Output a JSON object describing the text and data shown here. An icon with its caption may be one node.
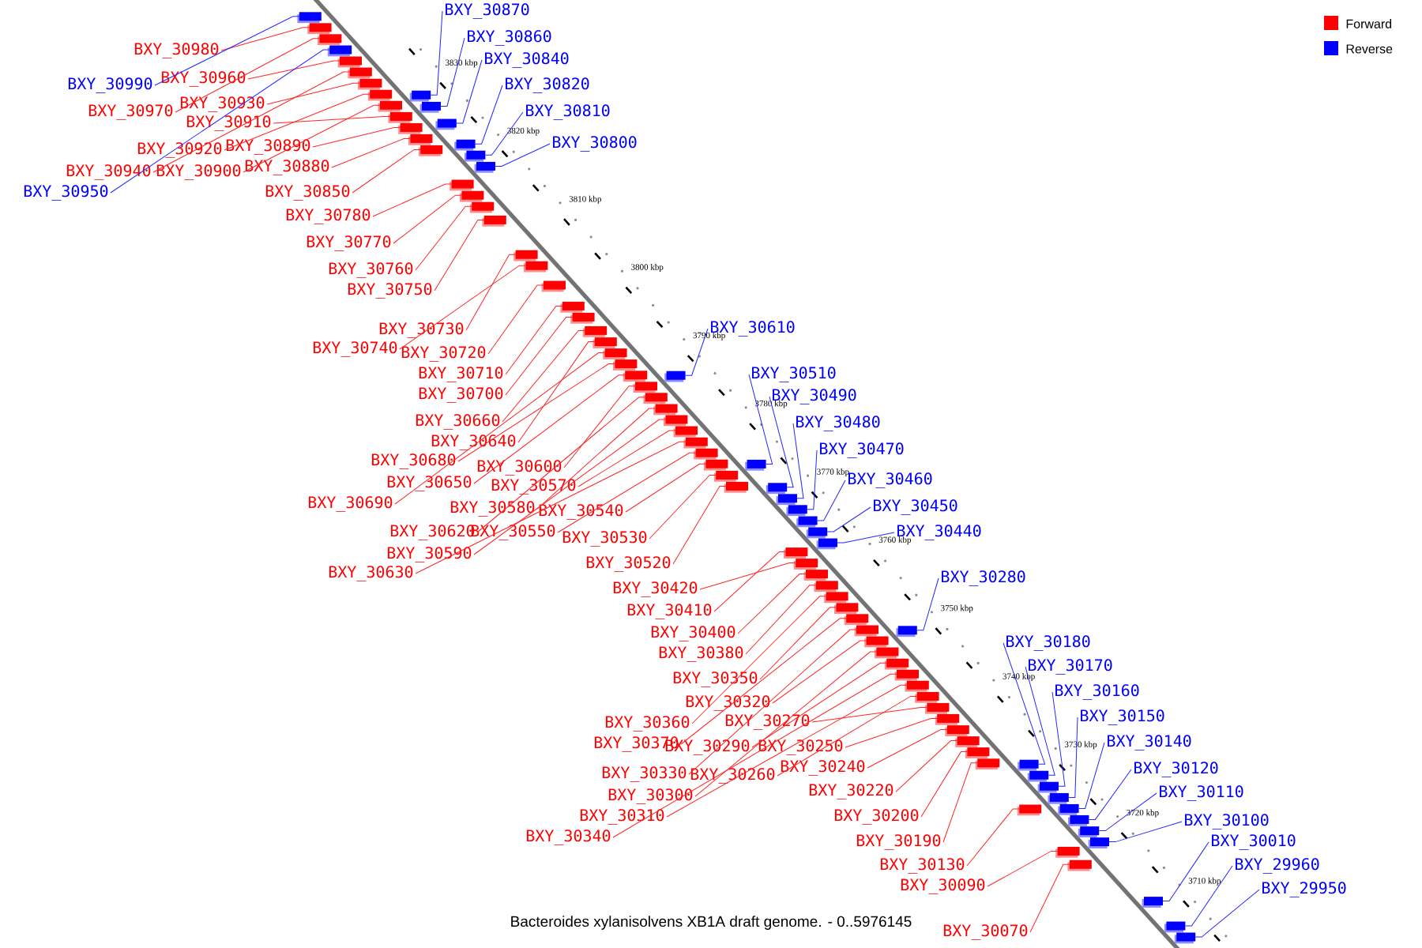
{
  "diagram": {
    "caption": "Bacteroides xylanisolvens XB1A draft genome. - 0..5976145",
    "nodes": [
      {
        "text": [
          "BXY_30870"
        ]
      },
      {
        "text": [
          "BXY_30860"
        ]
      },
      {
        "text": [
          "BXY_30980"
        ]
      },
      {
        "text": [
          "BXY_30840"
        ]
      },
      {
        "text": [
          "BXY_30960"
        ]
      },
      {
        "text": [
          "BXY_30990"
        ]
      },
      {
        "text": [
          "BXY_30820"
        ]
      },
      {
        "text": [
          "BXY_30930"
        ]
      },
      {
        "text": [
          "BXY_30970"
        ]
      },
      {
        "text": [
          "BXY_30810"
        ]
      },
      {
        "text": [
          "BXY_30910"
        ]
      },
      {
        "text": [
          "BXY_30800"
        ]
      },
      {
        "text": [
          "BXY_30890"
        ]
      },
      {
        "text": [
          "BXY_30920"
        ]
      },
      {
        "text": [
          "BXY_30880"
        ]
      },
      {
        "text": [
          "BXY_30940"
        ]
      },
      {
        "text": [
          "BXY_30900"
        ]
      },
      {
        "text": [
          "BXY_30850"
        ]
      },
      {
        "text": [
          "BXY_30950"
        ]
      },
      {
        "text": [
          "BXY_30780"
        ]
      },
      {
        "text": [
          "BXY_30770"
        ]
      },
      {
        "text": [
          "BXY_30760"
        ]
      },
      {
        "text": [
          "BXY_30750"
        ]
      },
      {
        "text": [
          "BXY_30610"
        ]
      },
      {
        "text": [
          "BXY_30730"
        ]
      },
      {
        "text": [
          "BXY_30740"
        ]
      },
      {
        "text": [
          "BXY_30720"
        ]
      },
      {
        "text": [
          "BXY_30510"
        ]
      },
      {
        "text": [
          "BXY_30710"
        ]
      },
      {
        "text": [
          "BXY_30700"
        ]
      },
      {
        "text": [
          "BXY_30490"
        ]
      },
      {
        "text": [
          "BXY_30660"
        ]
      },
      {
        "text": [
          "BXY_30480"
        ]
      },
      {
        "text": [
          "BXY_30640"
        ]
      },
      {
        "text": [
          "BXY_30470"
        ]
      },
      {
        "text": [
          "BXY_30680"
        ]
      },
      {
        "text": [
          "BXY_30600"
        ]
      },
      {
        "text": [
          "BXY_30460"
        ]
      },
      {
        "text": [
          "BXY_30650"
        ]
      },
      {
        "text": [
          "BXY_30570"
        ]
      },
      {
        "text": [
          "BXY_30690"
        ]
      },
      {
        "text": [
          "BXY_30450"
        ]
      },
      {
        "text": [
          "BXY_30580"
        ]
      },
      {
        "text": [
          "BXY_30540"
        ]
      },
      {
        "text": [
          "BXY_30620"
        ]
      },
      {
        "text": [
          "BXY_30550"
        ]
      },
      {
        "text": [
          "BXY_30440"
        ]
      },
      {
        "text": [
          "BXY_30530"
        ]
      },
      {
        "text": [
          "BXY_30590"
        ]
      },
      {
        "text": [
          "BXY_30520"
        ]
      },
      {
        "text": [
          "BXY_30630"
        ]
      },
      {
        "text": [
          "BXY_30280"
        ]
      },
      {
        "text": [
          "BXY_30420"
        ]
      },
      {
        "text": [
          "BXY_30410"
        ]
      },
      {
        "text": [
          "BXY_30400"
        ]
      },
      {
        "text": [
          "BXY_30180"
        ]
      },
      {
        "text": [
          "BXY_30380"
        ]
      },
      {
        "text": [
          "BXY_30170"
        ]
      },
      {
        "text": [
          "BXY_30350"
        ]
      },
      {
        "text": [
          "BXY_30160"
        ]
      },
      {
        "text": [
          "BXY_30320"
        ]
      },
      {
        "text": [
          "BXY_30150"
        ]
      },
      {
        "text": [
          "BXY_30270"
        ]
      },
      {
        "text": [
          "BXY_30360"
        ]
      },
      {
        "text": [
          "BXY_30140"
        ]
      },
      {
        "text": [
          "BXY_30250"
        ]
      },
      {
        "text": [
          "BXY_30370"
        ]
      },
      {
        "text": [
          "BXY_30290"
        ]
      },
      {
        "text": [
          "BXY_30240"
        ]
      },
      {
        "text": [
          "BXY_30120"
        ]
      },
      {
        "text": [
          "BXY_30330"
        ]
      },
      {
        "text": [
          "BXY_30260"
        ]
      },
      {
        "text": [
          "BXY_30220"
        ]
      },
      {
        "text": [
          "BXY_30110"
        ]
      },
      {
        "text": [
          "BXY_30300"
        ]
      },
      {
        "text": [
          "BXY_30200"
        ]
      },
      {
        "text": [
          "BXY_30310"
        ]
      },
      {
        "text": [
          "BXY_30100"
        ]
      },
      {
        "text": [
          "BXY_30340"
        ]
      },
      {
        "text": [
          "BXY_30190"
        ]
      },
      {
        "text": [
          "BXY_30010"
        ]
      },
      {
        "text": [
          "BXY_30130"
        ]
      },
      {
        "text": [
          "BXY_29960"
        ]
      },
      {
        "text": [
          "BXY_30090"
        ]
      },
      {
        "text": [
          "BXY_29950"
        ]
      },
      {
        "text": [
          "BXY_30070"
        ]
      },
      {
        "text": [],
        "shape": "bar"
      },
      {
        "text": [],
        "shape": "bar"
      },
      {
        "text": [],
        "shape": "bar"
      },
      {
        "text": [],
        "shape": "bar"
      },
      {
        "text": [],
        "shape": "bar"
      },
      {
        "text": [],
        "shape": "bar"
      },
      {
        "text": [],
        "shape": "bar"
      },
      {
        "text": [],
        "shape": "bar"
      },
      {
        "text": [],
        "shape": "bar"
      },
      {
        "text": [],
        "shape": "bar"
      },
      {
        "text": [],
        "shape": "bar"
      },
      {
        "text": [],
        "shape": "bar"
      },
      {
        "text": [],
        "shape": "bar"
      },
      {
        "text": [],
        "shape": "bar"
      },
      {
        "text": [],
        "shape": "bar"
      },
      {
        "text": [],
        "shape": "bar"
      },
      {
        "text": [],
        "shape": "bar"
      },
      {
        "text": [],
        "shape": "bar"
      },
      {
        "text": [],
        "shape": "bar"
      },
      {
        "text": [],
        "shape": "bar"
      },
      {
        "text": [],
        "shape": "bar"
      },
      {
        "text": [],
        "shape": "bar"
      },
      {
        "text": [],
        "shape": "bar"
      },
      {
        "text": [],
        "shape": "bar"
      },
      {
        "text": [],
        "shape": "bar"
      },
      {
        "text": [],
        "shape": "bar"
      },
      {
        "text": [],
        "shape": "bar"
      },
      {
        "text": [],
        "shape": "bar"
      },
      {
        "text": [],
        "shape": "bar"
      },
      {
        "text": [],
        "shape": "bar"
      },
      {
        "text": [],
        "shape": "bar"
      },
      {
        "text": [],
        "shape": "bar"
      },
      {
        "text": [],
        "shape": "bar"
      },
      {
        "text": [],
        "shape": "bar"
      },
      {
        "text": [],
        "shape": "bar"
      },
      {
        "text": [],
        "shape": "bar"
      },
      {
        "text": [],
        "shape": "bar"
      },
      {
        "text": [],
        "shape": "bar"
      },
      {
        "text": [],
        "shape": "bar"
      },
      {
        "text": [],
        "shape": "bar"
      },
      {
        "text": [],
        "shape": "bar"
      },
      {
        "text": [],
        "shape": "bar"
      },
      {
        "text": [],
        "shape": "bar"
      },
      {
        "text": [],
        "shape": "bar"
      },
      {
        "text": [],
        "shape": "bar"
      },
      {
        "text": [],
        "shape": "bar"
      },
      {
        "text": [],
        "shape": "bar"
      },
      {
        "text": [],
        "shape": "bar"
      },
      {
        "text": [],
        "shape": "bar"
      },
      {
        "text": [],
        "shape": "bar"
      },
      {
        "text": [],
        "shape": "bar"
      },
      {
        "text": [],
        "shape": "bar"
      },
      {
        "text": [],
        "shape": "bar"
      },
      {
        "text": [],
        "shape": "bar"
      },
      {
        "text": [],
        "shape": "bar"
      },
      {
        "text": [],
        "shape": "bar"
      },
      {
        "text": [],
        "shape": "bar"
      },
      {
        "text": [],
        "shape": "bar"
      },
      {
        "text": [],
        "shape": "bar"
      },
      {
        "text": [],
        "shape": "bar"
      },
      {
        "text": [],
        "shape": "bar"
      },
      {
        "text": [],
        "shape": "bar"
      },
      {
        "text": [],
        "shape": "bar"
      },
      {
        "text": [],
        "shape": "bar"
      },
      {
        "text": [],
        "shape": "bar"
      },
      {
        "text": [],
        "shape": "bar"
      },
      {
        "text": [],
        "shape": "bar"
      },
      {
        "text": [],
        "shape": "bar"
      },
      {
        "text": [],
        "shape": "bar"
      },
      {
        "text": [],
        "shape": "bar"
      },
      {
        "text": [],
        "shape": "bar"
      },
      {
        "text": [],
        "shape": "bar"
      },
      {
        "text": [],
        "shape": "bar"
      },
      {
        "text": [],
        "shape": "bar"
      },
      {
        "text": [],
        "shape": "bar"
      },
      {
        "text": [],
        "shape": "bar"
      },
      {
        "text": [],
        "shape": "bar"
      },
      {
        "text": [],
        "shape": "bar"
      },
      {
        "text": [],
        "shape": "bar"
      },
      {
        "text": [],
        "shape": "bar"
      },
      {
        "text": [],
        "shape": "bar"
      },
      {
        "text": [],
        "shape": "bar"
      },
      {
        "text": [],
        "shape": "bar"
      },
      {
        "text": [],
        "shape": "bar"
      },
      {
        "text": [],
        "shape": "bar"
      },
      {
        "text": [],
        "shape": "bar"
      }
    ],
    "edges": [
      {
        "from": 0,
        "to": 93,
        "arrow": "none",
        "color": "#0000ff"
      },
      {
        "from": 1,
        "to": 94,
        "arrow": "none",
        "color": "#0000ff"
      },
      {
        "from": 2,
        "to": 87,
        "arrow": "none"
      },
      {
        "from": 3,
        "to": 100,
        "arrow": "none",
        "color": "#0000ff"
      },
      {
        "from": 4,
        "to": 90,
        "arrow": "none"
      },
      {
        "from": 5,
        "to": 86,
        "arrow": "none",
        "color": "#0000ff"
      },
      {
        "from": 6,
        "to": 101,
        "arrow": "none",
        "color": "#0000ff"
      },
      {
        "from": 7,
        "to": 92,
        "arrow": "none"
      },
      {
        "from": 8,
        "to": 88,
        "arrow": "none"
      },
      {
        "from": 9,
        "to": 102,
        "arrow": "none",
        "color": "#0000ff"
      },
      {
        "from": 10,
        "to": 97,
        "arrow": "none"
      },
      {
        "from": 11,
        "to": 104,
        "arrow": "none",
        "color": "#0000ff"
      },
      {
        "from": 12,
        "to": 98,
        "arrow": "none"
      },
      {
        "from": 13,
        "to": 95,
        "arrow": "none"
      },
      {
        "from": 14,
        "to": 99,
        "arrow": "none"
      },
      {
        "from": 15,
        "to": 91,
        "arrow": "none"
      },
      {
        "from": 16,
        "to": 96,
        "arrow": "none"
      },
      {
        "from": 17,
        "to": 103,
        "arrow": "none"
      },
      {
        "from": 18,
        "to": 89,
        "arrow": "none",
        "color": "#0000ff"
      },
      {
        "from": 19,
        "to": 105,
        "arrow": "none"
      },
      {
        "from": 20,
        "to": 106,
        "arrow": "none"
      },
      {
        "from": 21,
        "to": 107,
        "arrow": "none"
      },
      {
        "from": 22,
        "to": 108,
        "arrow": "none"
      },
      {
        "from": 23,
        "to": 114,
        "arrow": "none",
        "color": "#0000ff"
      },
      {
        "from": 24,
        "to": 109,
        "arrow": "none"
      },
      {
        "from": 25,
        "to": 110,
        "arrow": "none"
      },
      {
        "from": 26,
        "to": 111,
        "arrow": "none"
      },
      {
        "from": 27,
        "to": 128,
        "arrow": "none",
        "color": "#0000ff"
      },
      {
        "from": 28,
        "to": 112,
        "arrow": "none"
      },
      {
        "from": 29,
        "to": 113,
        "arrow": "none"
      },
      {
        "from": 30,
        "to": 129,
        "arrow": "none",
        "color": "#0000ff"
      },
      {
        "from": 31,
        "to": 115,
        "arrow": "none"
      },
      {
        "from": 32,
        "to": 130,
        "arrow": "none",
        "color": "#0000ff"
      },
      {
        "from": 33,
        "to": 116,
        "arrow": "none"
      },
      {
        "from": 34,
        "to": 132,
        "arrow": "none",
        "color": "#0000ff"
      },
      {
        "from": 35,
        "to": 118,
        "arrow": "none"
      },
      {
        "from": 36,
        "to": 120,
        "arrow": "none"
      },
      {
        "from": 37,
        "to": 134,
        "arrow": "none",
        "color": "#0000ff"
      },
      {
        "from": 38,
        "to": 119,
        "arrow": "none"
      },
      {
        "from": 39,
        "to": 124,
        "arrow": "none"
      },
      {
        "from": 40,
        "to": 117,
        "arrow": "none"
      },
      {
        "from": 41,
        "to": 135,
        "arrow": "none",
        "color": "#0000ff"
      },
      {
        "from": 42,
        "to": 122,
        "arrow": "none"
      },
      {
        "from": 43,
        "to": 127,
        "arrow": "none"
      },
      {
        "from": 44,
        "to": 121,
        "arrow": "none"
      },
      {
        "from": 45,
        "to": 126,
        "arrow": "none"
      },
      {
        "from": 46,
        "to": 136,
        "arrow": "none",
        "color": "#0000ff"
      },
      {
        "from": 47,
        "to": 131,
        "arrow": "none"
      },
      {
        "from": 48,
        "to": 123,
        "arrow": "none"
      },
      {
        "from": 49,
        "to": 133,
        "arrow": "none"
      },
      {
        "from": 50,
        "to": 125,
        "arrow": "none"
      },
      {
        "from": 51,
        "to": 141,
        "arrow": "none",
        "color": "#0000ff"
      },
      {
        "from": 52,
        "to": 138,
        "arrow": "none"
      },
      {
        "from": 53,
        "to": 137,
        "arrow": "none"
      },
      {
        "from": 54,
        "to": 139,
        "arrow": "none"
      },
      {
        "from": 55,
        "to": 156,
        "arrow": "none",
        "color": "#0000ff"
      },
      {
        "from": 56,
        "to": 140,
        "arrow": "none"
      },
      {
        "from": 57,
        "to": 157,
        "arrow": "none",
        "color": "#0000ff"
      },
      {
        "from": 58,
        "to": 143,
        "arrow": "none"
      },
      {
        "from": 59,
        "to": 158,
        "arrow": "none",
        "color": "#0000ff"
      },
      {
        "from": 60,
        "to": 146,
        "arrow": "none"
      },
      {
        "from": 61,
        "to": 159,
        "arrow": "none",
        "color": "#0000ff"
      },
      {
        "from": 62,
        "to": 152,
        "arrow": "none"
      },
      {
        "from": 63,
        "to": 142,
        "arrow": "none"
      },
      {
        "from": 64,
        "to": 161,
        "arrow": "none",
        "color": "#0000ff"
      },
      {
        "from": 65,
        "to": 153,
        "arrow": "none"
      },
      {
        "from": 66,
        "to": 144,
        "arrow": "none"
      },
      {
        "from": 67,
        "to": 148,
        "arrow": "none"
      },
      {
        "from": 68,
        "to": 154,
        "arrow": "none"
      },
      {
        "from": 69,
        "to": 163,
        "arrow": "none",
        "color": "#0000ff"
      },
      {
        "from": 70,
        "to": 145,
        "arrow": "none"
      },
      {
        "from": 71,
        "to": 151,
        "arrow": "none"
      },
      {
        "from": 72,
        "to": 155,
        "arrow": "none"
      },
      {
        "from": 73,
        "to": 164,
        "arrow": "none",
        "color": "#0000ff"
      },
      {
        "from": 74,
        "to": 147,
        "arrow": "none"
      },
      {
        "from": 75,
        "to": 160,
        "arrow": "none"
      },
      {
        "from": 76,
        "to": 150,
        "arrow": "none"
      },
      {
        "from": 77,
        "to": 165,
        "arrow": "none",
        "color": "#0000ff"
      },
      {
        "from": 78,
        "to": 149,
        "arrow": "none"
      },
      {
        "from": 79,
        "to": 162,
        "arrow": "none"
      },
      {
        "from": 80,
        "to": 167,
        "arrow": "none",
        "color": "#0000ff"
      },
      {
        "from": 81,
        "to": 166,
        "arrow": "none"
      },
      {
        "from": 82,
        "to": 170,
        "arrow": "none",
        "color": "#0000ff"
      },
      {
        "from": 83,
        "to": 168,
        "arrow": "none"
      },
      {
        "from": 84,
        "to": 171,
        "arrow": "none",
        "color": "#0000ff"
      },
      {
        "from": 85,
        "to": 169,
        "arrow": "none"
      }
    ],
    "labels": [
      "3830 kbp",
      "3820 kbp",
      "3810 kbp",
      "3800 kbp",
      "3790 kbp",
      "3780 kbp",
      "3770 kbp",
      "3760 kbp",
      "3750 kbp",
      "3740 kbp",
      "3730 kbp",
      "3720 kbp",
      "3710 kbp"
    ],
    "legend": [
      {
        "text": "Forward",
        "color": "#ff0000"
      },
      {
        "text": "Reverse",
        "color": "#0000ff"
      }
    ]
  }
}
